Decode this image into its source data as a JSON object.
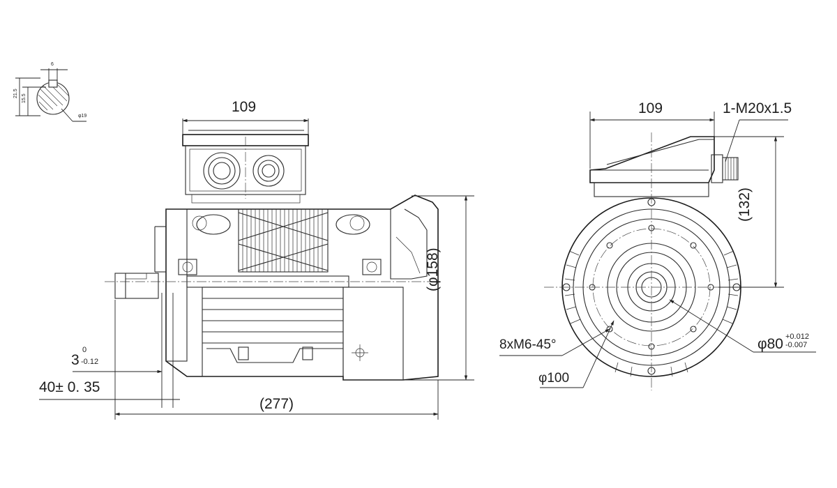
{
  "key_section": {
    "width_label": "6",
    "height_label": "21.5",
    "depth_label": "15.5",
    "diameter_label": "φ19"
  },
  "side_view": {
    "top_width": "109",
    "housing_diameter": "(φ158)",
    "overall_length": "(277)",
    "shaft_length": "40± 0. 35",
    "spigot_depth": "3",
    "spigot_tol_upper": "0",
    "spigot_tol_lower": "-0.12"
  },
  "end_view": {
    "top_width": "109",
    "cable_thread": "1-M20x1.5",
    "center_height": "(132)",
    "flange_holes": "8xM6-45°",
    "pitch_circle": "φ100",
    "spigot_diameter": "φ80",
    "spigot_tol_upper": "+0.012",
    "spigot_tol_lower": "-0.007"
  }
}
